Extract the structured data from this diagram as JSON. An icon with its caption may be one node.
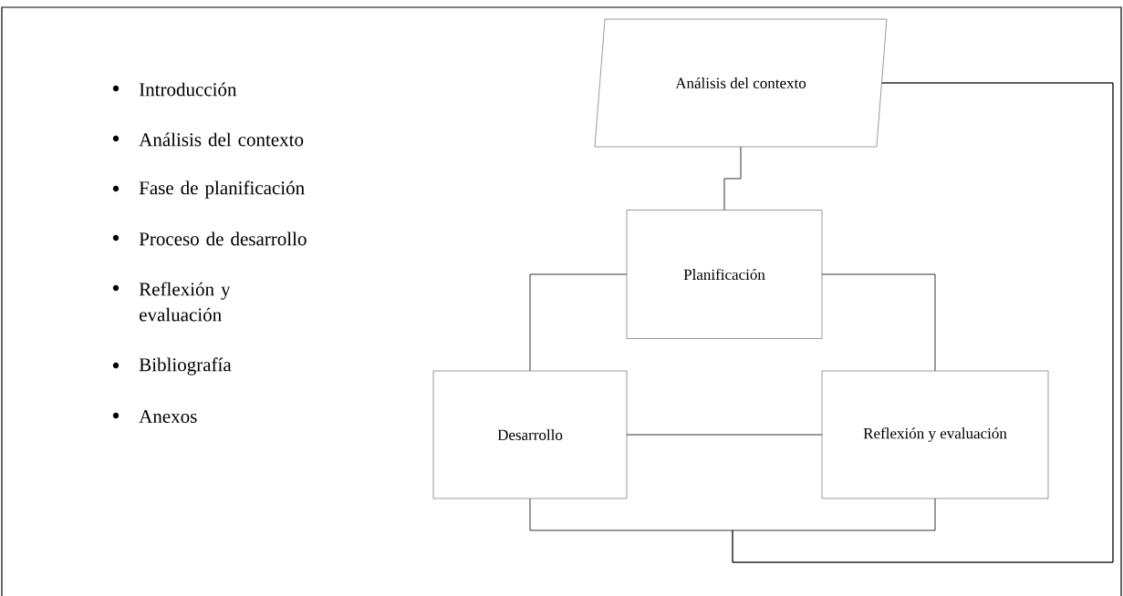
{
  "diagram": {
    "nodes": [
      {
        "text": [
          "Análisis del contexto"
        ]
      },
      {
        "text": [
          "Planificación"
        ]
      },
      {
        "text": [
          "Desarrollo"
        ]
      },
      {
        "text": [
          "Reflexión y evaluación"
        ]
      }
    ],
    "edges": [
      {
        "from": 0,
        "to": 1,
        "arrow": "none"
      },
      {
        "from": 1,
        "to": 2,
        "arrow": "none"
      },
      {
        "from": 1,
        "to": 3,
        "arrow": "none"
      },
      {
        "from": 2,
        "to": 3,
        "arrow": "none"
      },
      {
        "from": 2,
        "to": 0,
        "arrow": "none"
      },
      {
        "from": 3,
        "to": 0,
        "arrow": "none"
      }
    ],
    "labels": [
      "Introducción",
      "Análisis del contexto",
      "Fase de planificación",
      "Proceso de desarrollo",
      "Reflexión y evaluación",
      "Bibliografía",
      "Anexos"
    ]
  }
}
